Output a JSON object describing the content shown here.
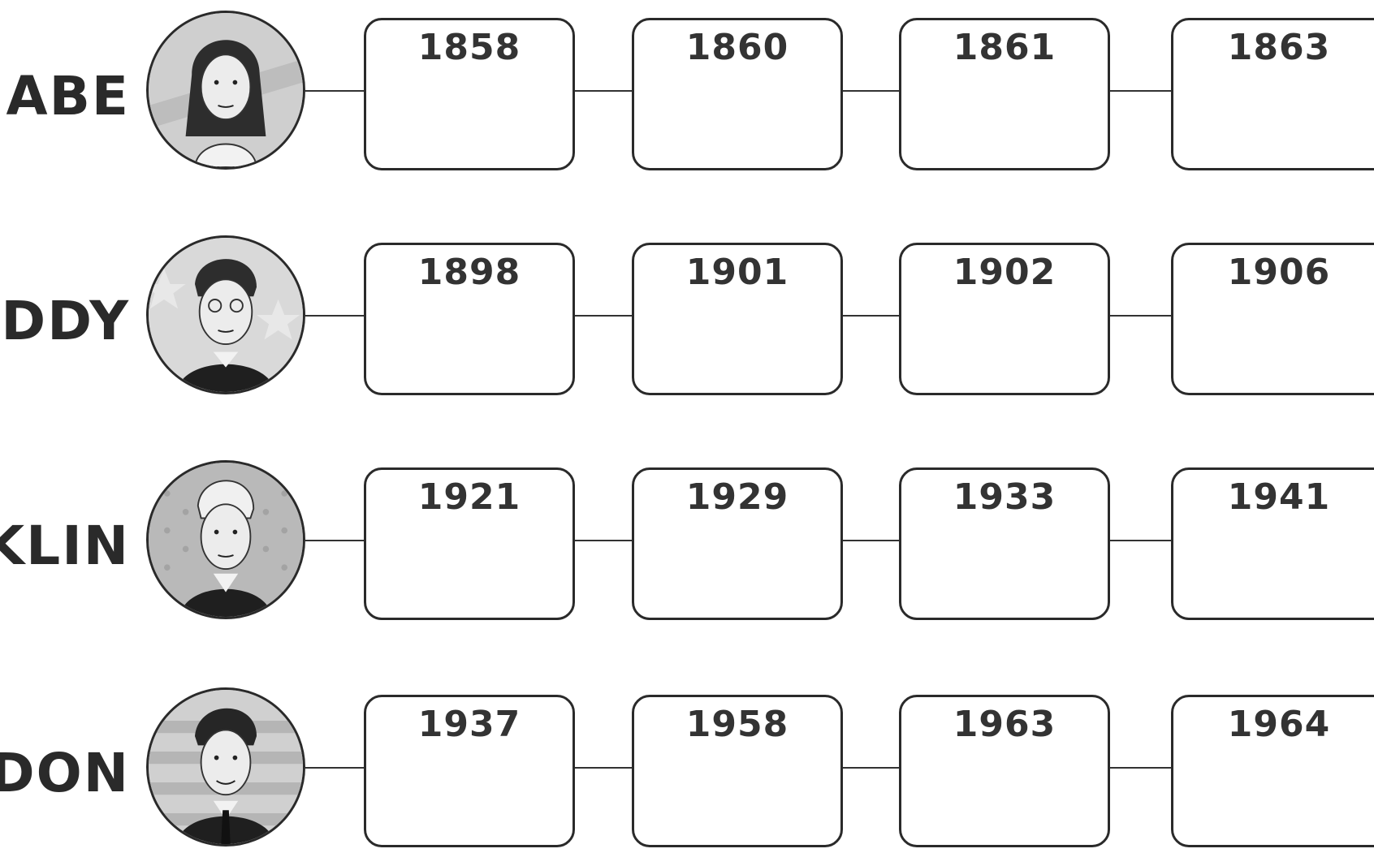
{
  "rows": [
    {
      "name": "ABE",
      "years": [
        "1858",
        "1860",
        "1861",
        "1863"
      ]
    },
    {
      "name": "EDDY",
      "years": [
        "1898",
        "1901",
        "1902",
        "1906"
      ]
    },
    {
      "name": "KLIN",
      "years": [
        "1921",
        "1929",
        "1933",
        "1941"
      ]
    },
    {
      "name": "DON",
      "years": [
        "1937",
        "1958",
        "1963",
        "1964"
      ]
    }
  ]
}
